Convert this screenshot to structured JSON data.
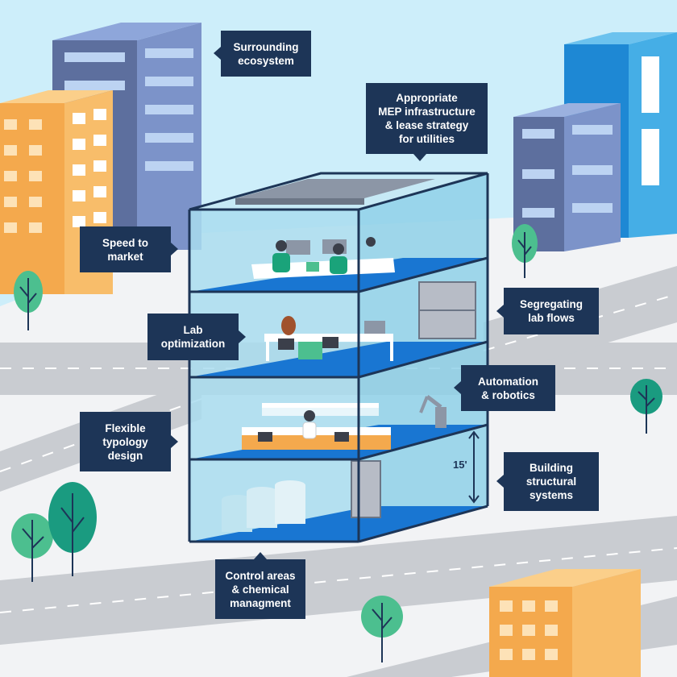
{
  "callouts": {
    "surrounding_ecosystem": [
      "Surrounding",
      "ecosystem"
    ],
    "mep": [
      "Appropriate",
      "MEP infrastructure",
      "& lease strategy",
      "for utilities"
    ],
    "speed": [
      "Speed to",
      "market"
    ],
    "segregating": [
      "Segregating",
      "lab flows"
    ],
    "lab_opt": [
      "Lab",
      "optimization"
    ],
    "automation": [
      "Automation",
      "& robotics"
    ],
    "flexible": [
      "Flexible",
      "typology",
      "design"
    ],
    "structural": [
      "Building",
      "structural",
      "systems"
    ],
    "control": [
      "Control areas",
      "& chemical",
      "managment"
    ]
  },
  "dimension_label": "15'",
  "colors": {
    "sky": "#cdeefa",
    "ground": "#f2f3f5",
    "road": "#c9ccd1",
    "callout": "#1d3557",
    "glass": "#a9dcef",
    "floor": "#1976d2",
    "frame": "#1d3557",
    "building_blue": "#6f85b8",
    "building_orange": "#f8b862",
    "building_azure": "#2b9ad9",
    "tree": "#4cbf8f"
  }
}
